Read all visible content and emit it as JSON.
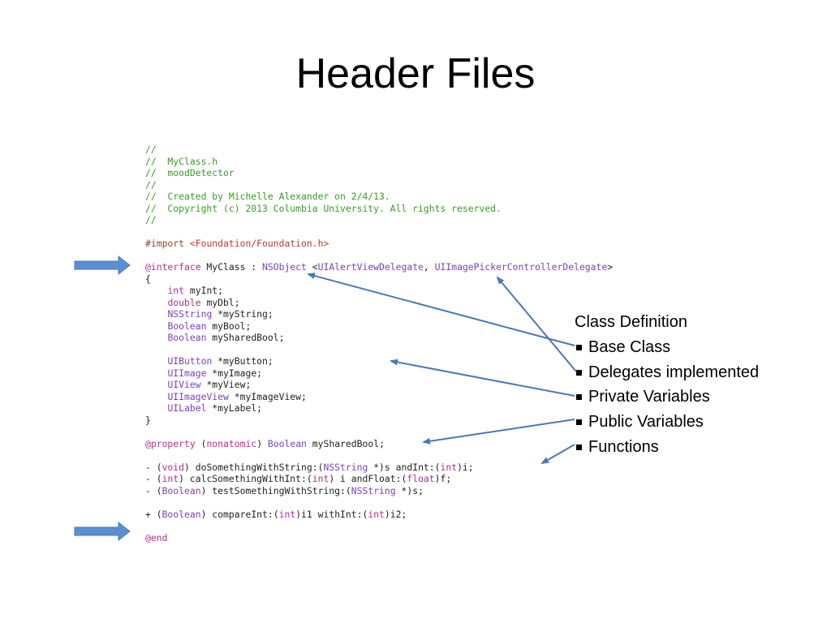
{
  "slide": {
    "title": "Header Files"
  },
  "code": [
    [
      {
        "c": "c-comment",
        "t": "//"
      }
    ],
    [
      {
        "c": "c-comment",
        "t": "//  MyClass.h"
      }
    ],
    [
      {
        "c": "c-comment",
        "t": "//  moodDetector"
      }
    ],
    [
      {
        "c": "c-comment",
        "t": "//"
      }
    ],
    [
      {
        "c": "c-comment",
        "t": "//  Created by Michelle Alexander on 2/4/13."
      }
    ],
    [
      {
        "c": "c-comment",
        "t": "//  Copyright (c) 2013 Columbia University. All rights reserved."
      }
    ],
    [
      {
        "c": "c-comment",
        "t": "//"
      }
    ],
    [],
    [
      {
        "c": "c-directive",
        "t": "#import "
      },
      {
        "c": "c-string",
        "t": "<Foundation/Foundation.h>"
      }
    ],
    [],
    [
      {
        "c": "c-keyword",
        "t": "@interface"
      },
      {
        "c": "c-plain",
        "t": " MyClass : "
      },
      {
        "c": "c-type",
        "t": "NSObject"
      },
      {
        "c": "c-plain",
        "t": " <"
      },
      {
        "c": "c-type",
        "t": "UIAlertViewDelegate"
      },
      {
        "c": "c-plain",
        "t": ", "
      },
      {
        "c": "c-type",
        "t": "UIImagePickerControllerDelegate"
      },
      {
        "c": "c-plain",
        "t": ">"
      }
    ],
    [
      {
        "c": "c-plain",
        "t": "{"
      }
    ],
    [
      {
        "c": "c-plain",
        "t": "    "
      },
      {
        "c": "c-keyword",
        "t": "int"
      },
      {
        "c": "c-plain",
        "t": " myInt;"
      }
    ],
    [
      {
        "c": "c-plain",
        "t": "    "
      },
      {
        "c": "c-keyword",
        "t": "double"
      },
      {
        "c": "c-plain",
        "t": " myDbl;"
      }
    ],
    [
      {
        "c": "c-plain",
        "t": "    "
      },
      {
        "c": "c-type",
        "t": "NSString"
      },
      {
        "c": "c-plain",
        "t": " *myString;"
      }
    ],
    [
      {
        "c": "c-plain",
        "t": "    "
      },
      {
        "c": "c-type",
        "t": "Boolean"
      },
      {
        "c": "c-plain",
        "t": " myBool;"
      }
    ],
    [
      {
        "c": "c-plain",
        "t": "    "
      },
      {
        "c": "c-type",
        "t": "Boolean"
      },
      {
        "c": "c-plain",
        "t": " mySharedBool;"
      }
    ],
    [],
    [
      {
        "c": "c-plain",
        "t": "    "
      },
      {
        "c": "c-type",
        "t": "UIButton"
      },
      {
        "c": "c-plain",
        "t": " *myButton;"
      }
    ],
    [
      {
        "c": "c-plain",
        "t": "    "
      },
      {
        "c": "c-type",
        "t": "UIImage"
      },
      {
        "c": "c-plain",
        "t": " *myImage;"
      }
    ],
    [
      {
        "c": "c-plain",
        "t": "    "
      },
      {
        "c": "c-type",
        "t": "UIView"
      },
      {
        "c": "c-plain",
        "t": " *myView;"
      }
    ],
    [
      {
        "c": "c-plain",
        "t": "    "
      },
      {
        "c": "c-type",
        "t": "UIImageView"
      },
      {
        "c": "c-plain",
        "t": " *myImageView;"
      }
    ],
    [
      {
        "c": "c-plain",
        "t": "    "
      },
      {
        "c": "c-type",
        "t": "UILabel"
      },
      {
        "c": "c-plain",
        "t": " *myLabel;"
      }
    ],
    [
      {
        "c": "c-plain",
        "t": "}"
      }
    ],
    [],
    [
      {
        "c": "c-keyword",
        "t": "@property"
      },
      {
        "c": "c-plain",
        "t": " ("
      },
      {
        "c": "c-keyword",
        "t": "nonatomic"
      },
      {
        "c": "c-plain",
        "t": ") "
      },
      {
        "c": "c-type",
        "t": "Boolean"
      },
      {
        "c": "c-plain",
        "t": " mySharedBool;"
      }
    ],
    [],
    [
      {
        "c": "c-plain",
        "t": "- ("
      },
      {
        "c": "c-keyword",
        "t": "void"
      },
      {
        "c": "c-plain",
        "t": ") doSomethingWithString:("
      },
      {
        "c": "c-type",
        "t": "NSString"
      },
      {
        "c": "c-plain",
        "t": " *)s andInt:("
      },
      {
        "c": "c-keyword",
        "t": "int"
      },
      {
        "c": "c-plain",
        "t": ")i;"
      }
    ],
    [
      {
        "c": "c-plain",
        "t": "- ("
      },
      {
        "c": "c-keyword",
        "t": "int"
      },
      {
        "c": "c-plain",
        "t": ") calcSomethingWithInt:("
      },
      {
        "c": "c-keyword",
        "t": "int"
      },
      {
        "c": "c-plain",
        "t": ") i andFloat:("
      },
      {
        "c": "c-keyword",
        "t": "float"
      },
      {
        "c": "c-plain",
        "t": ")f;"
      }
    ],
    [
      {
        "c": "c-plain",
        "t": "- ("
      },
      {
        "c": "c-type",
        "t": "Boolean"
      },
      {
        "c": "c-plain",
        "t": ") testSomethingWithString:("
      },
      {
        "c": "c-type",
        "t": "NSString"
      },
      {
        "c": "c-plain",
        "t": " *)s;"
      }
    ],
    [],
    [
      {
        "c": "c-plain",
        "t": "+ ("
      },
      {
        "c": "c-type",
        "t": "Boolean"
      },
      {
        "c": "c-plain",
        "t": ") compareInt:("
      },
      {
        "c": "c-keyword",
        "t": "int"
      },
      {
        "c": "c-plain",
        "t": ")i1 withInt:("
      },
      {
        "c": "c-keyword",
        "t": "int"
      },
      {
        "c": "c-plain",
        "t": ")i2;"
      }
    ],
    [],
    [
      {
        "c": "c-keyword",
        "t": "@end"
      }
    ]
  ],
  "annotations": {
    "heading": "Class Definition",
    "items": [
      "Base Class",
      "Delegates implemented",
      "Private Variables",
      "Public Variables",
      "Functions"
    ]
  },
  "colors": {
    "arrow_stroke": "#4a78b8",
    "block_arrow_fill": "#5b8fd4",
    "comment": "#3a9b2a",
    "keyword": "#b0318f",
    "type": "#7b3fbf",
    "string": "#c0392b"
  }
}
